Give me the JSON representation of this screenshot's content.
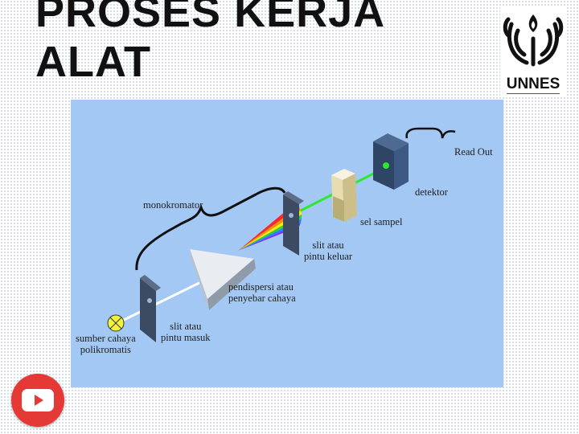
{
  "slide": {
    "title_line1": "PROSES KERJA",
    "title_line2": "ALAT"
  },
  "logo": {
    "text": "UNNES",
    "icon": "unnes-emblem-icon"
  },
  "diagram": {
    "labels": {
      "monokromator": "monokromator",
      "read_out": "Read Out",
      "detektor": "detektor",
      "sel_sampel": "sel sampel",
      "slit_keluar_1": "slit atau",
      "slit_keluar_2": "pintu keluar",
      "pendispersi_1": "pendispersi atau",
      "pendispersi_2": "penyebar cahaya",
      "slit_masuk_1": "slit atau",
      "slit_masuk_2": "pintu masuk",
      "sumber_1": "sumber cahaya",
      "sumber_2": "polikromatis"
    },
    "colors": {
      "background": "#a4c8f4",
      "beam_white": "#ffffff",
      "beam_green": "#2ee82e",
      "lamp": "#f2f23a"
    },
    "spectrum_colors": [
      "#ff2020",
      "#ff8c00",
      "#ffee00",
      "#28d228",
      "#2080ff",
      "#7a2cff"
    ]
  },
  "media": {
    "icon": "youtube-play-icon"
  }
}
